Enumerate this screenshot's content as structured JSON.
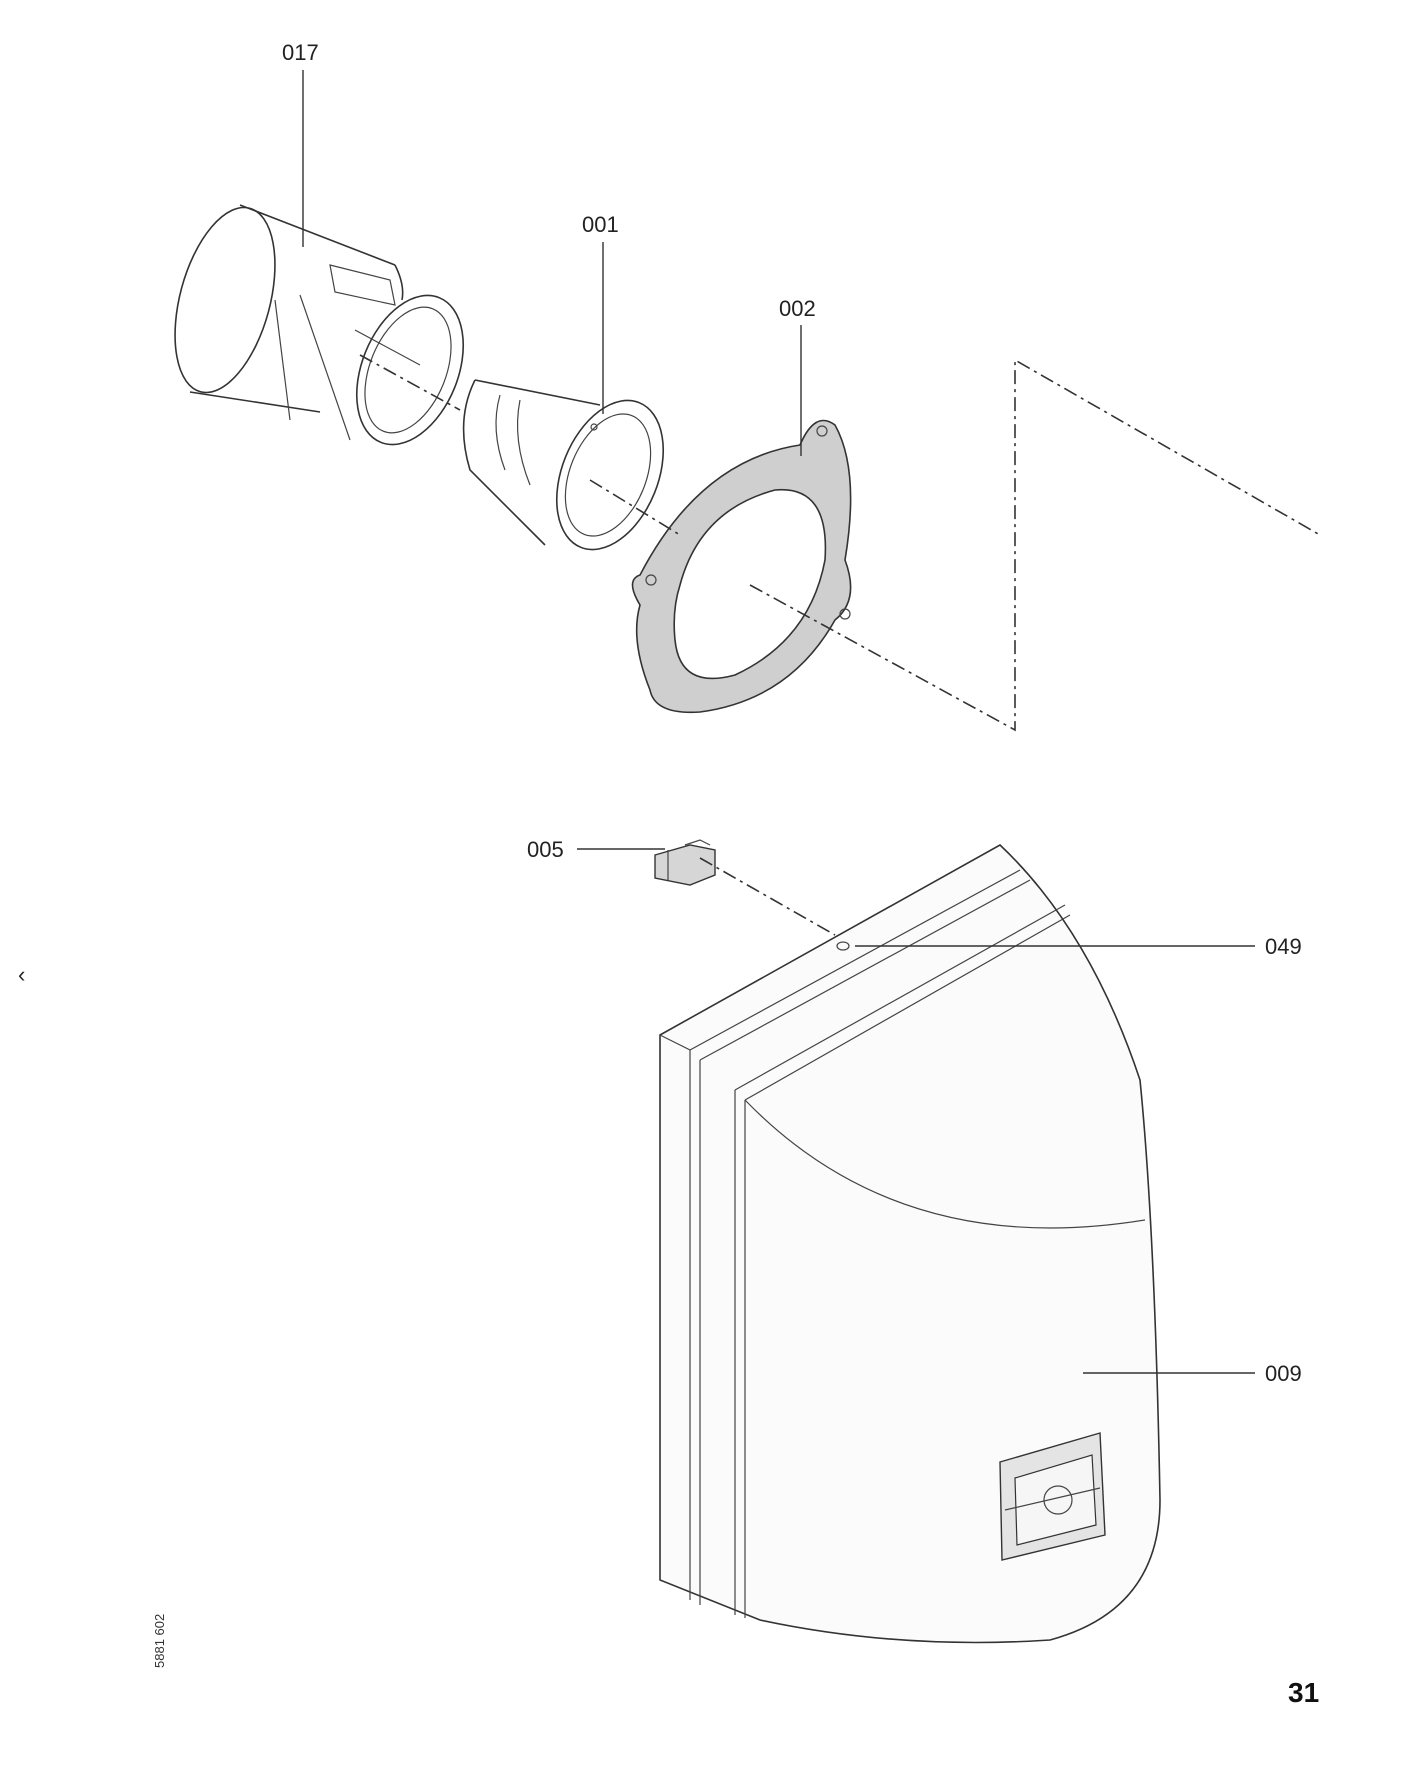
{
  "parts": {
    "p017": "017",
    "p001": "001",
    "p002": "002",
    "p005": "005",
    "p049": "049",
    "p009": "009"
  },
  "page_number": "31",
  "document_id": "5881 602",
  "nav_glyph": "‹"
}
